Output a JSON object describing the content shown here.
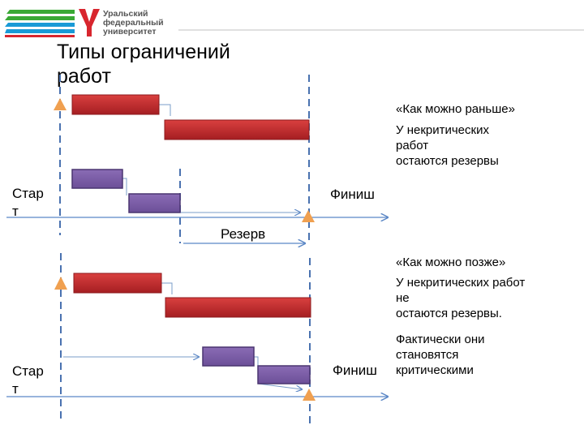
{
  "header": {
    "university_name_lines": [
      "Уральский",
      "федеральный",
      "университет"
    ],
    "colors": {
      "stripe_green": "#3aa935",
      "stripe_blue": "#1a9ad6",
      "stripe_red": "#d8262e",
      "mark_red": "#d8262e"
    },
    "icons": [
      "stripes-logo-icon",
      "urfu-mark-icon"
    ]
  },
  "slide": {
    "title_lines": [
      "Типы ограничений",
      "работ"
    ]
  },
  "diagram_top": {
    "start_lines": [
      "Стар",
      "т"
    ],
    "finish": "Финиш",
    "reserve": "Резерв"
  },
  "diagram_bottom": {
    "start_lines": [
      "Стар",
      "т"
    ],
    "finish": "Финиш"
  },
  "notes_top": {
    "heading": "«Как можно раньше»",
    "lines": [
      "У некритических",
      "работ",
      "остаются резервы"
    ]
  },
  "notes_bottom": {
    "heading": "«Как можно позже»",
    "lines": [
      "У некритических работ",
      "не",
      "остаются резервы."
    ],
    "extra_lines": [
      "Фактически они",
      "становятся",
      "критическими"
    ]
  },
  "colors": {
    "critical_bar": "#c0282a",
    "noncritical_bar": "#7d5fa6",
    "milestone": "#f0a050",
    "dashed_line": "#4a72b0",
    "axis": "#5b87c6"
  }
}
